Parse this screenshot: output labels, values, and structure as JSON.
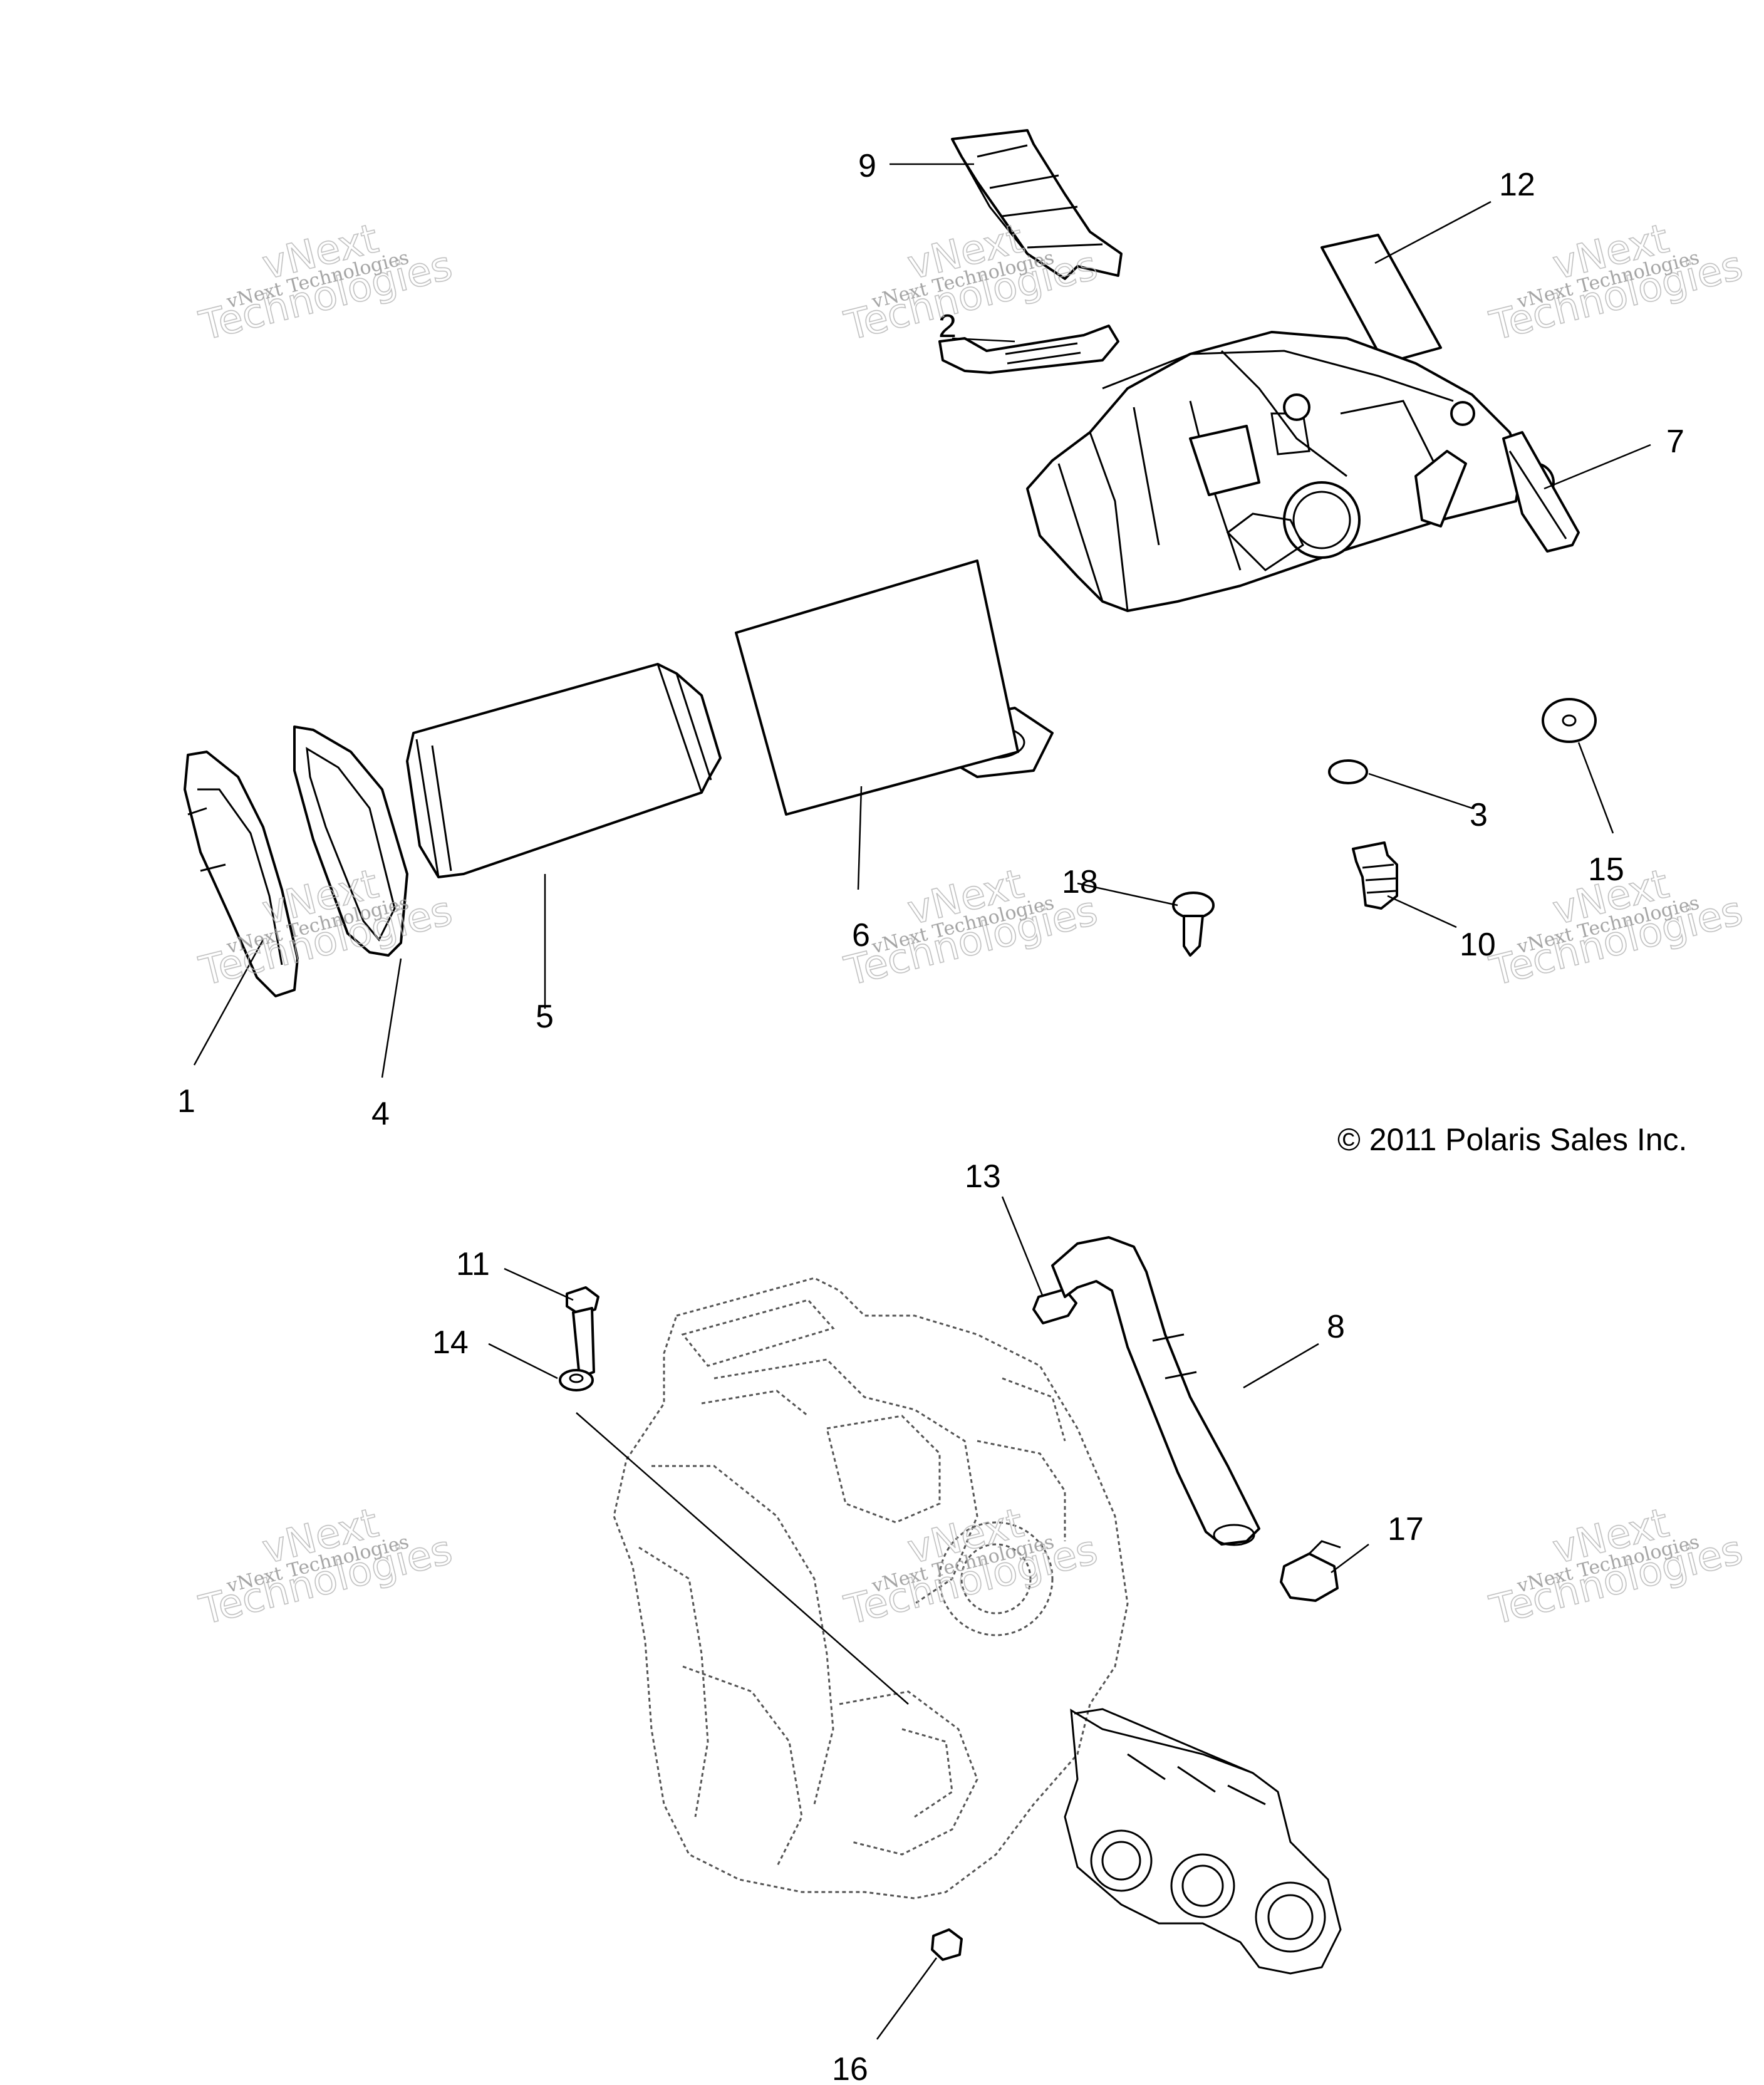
{
  "callouts": [
    {
      "id": "1",
      "label": "1"
    },
    {
      "id": "2",
      "label": "2"
    },
    {
      "id": "3",
      "label": "3"
    },
    {
      "id": "4",
      "label": "4"
    },
    {
      "id": "5",
      "label": "5"
    },
    {
      "id": "6",
      "label": "6"
    },
    {
      "id": "7",
      "label": "7"
    },
    {
      "id": "8",
      "label": "8"
    },
    {
      "id": "9",
      "label": "9"
    },
    {
      "id": "10",
      "label": "10"
    },
    {
      "id": "11",
      "label": "11"
    },
    {
      "id": "12",
      "label": "12"
    },
    {
      "id": "13",
      "label": "13"
    },
    {
      "id": "14",
      "label": "14"
    },
    {
      "id": "15",
      "label": "15"
    },
    {
      "id": "16",
      "label": "16"
    },
    {
      "id": "17",
      "label": "17"
    },
    {
      "id": "18",
      "label": "18"
    }
  ],
  "copyright": "© 2011 Polaris Sales Inc.",
  "watermark": {
    "line1": "vNext Technologies",
    "line2": "vNext",
    "line3": "Technologies"
  }
}
